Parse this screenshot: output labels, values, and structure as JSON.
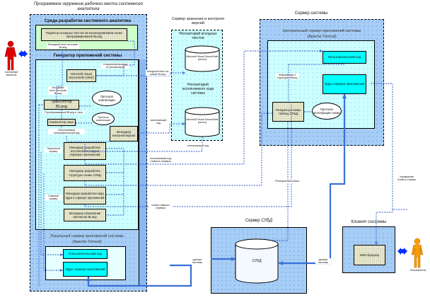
{
  "left_area": {
    "title": "Программное окружение рабочего места системного аналитика",
    "dev_env_title": "Среда разработки системного аналитика",
    "editor": "Редактор исходных текстов на высокоуровневом языке программирования BLang",
    "editor_out": "Исходный текст на языке BLang",
    "generator_title": "Генератор приложений системы",
    "vss_client": "Microsoft Visual SourceSafe (client)",
    "save_restore": "Сохранение/возврат из репозитария",
    "src_label": "Исходный текст на языке BLang",
    "translator": "Транслятор BLang",
    "compile_log1": "Протокол компиляции",
    "java_label": "Преобразованный BLang в Java",
    "java_compiler": "Компилятор Java",
    "compile_log2": "Протокол компиляции",
    "exec_label": "Исполняемый пользовательский код",
    "ext_version_mgr": "Менеджер внешней версии",
    "mgr1": "Менеджер разработки исполняемого кода в серверах приложений",
    "mgr2": "Менеджер разработки структуры схемы СУБД",
    "mgr3": "Менеджер разработки кода ядра в сервере приложений",
    "mgr4": "Менеджер обновления протокола BLang",
    "local_label": "Локальный сервер",
    "main_label": "Главный сервер",
    "local_server_title": "Локальный сервер приложений системы",
    "local_server_sub": "(Apache Tomcat)",
    "user_code": "Пользовательский код",
    "core": "Ядро сервера приложений"
  },
  "version_server": {
    "title": "Сервер хранения и контроля версий",
    "repo_src": "Репозитарий исходных текстов",
    "vss_server1": "Microsoft Visual SourceSafe (server)",
    "repo_exec": "Репозитарий исполняемого кода системы",
    "vss_server2": "Microsoft Visual SourceSafe (server)"
  },
  "system_server": {
    "title": "Сервер системы",
    "central_title": "Центральный сервер приложений системы",
    "central_sub": "(Apache Tomcat)",
    "user_code": "Пользовательский код",
    "core": "Ядро сервера приложений",
    "table_info": "информация о структуре таблиц",
    "schema_gen": "Генератор схемы таблиц СУБД",
    "schema_log": "Протокол регенерации схемы"
  },
  "db_server": {
    "title": "Сервер СУБД",
    "dbms": "СУБД"
  },
  "client": {
    "title": "Клиент системы",
    "browser": "Web-браузер"
  },
  "edge_labels": {
    "src_text": "исходный текст на языке BLang",
    "exec_code": "исполняемый код",
    "exec_code2": "исполняемый код",
    "main_exec": "исполняемый код главного сервера",
    "main_schema": "схема главного сервера",
    "relational_schema": "Реляционная схема",
    "client_server": "Управление Клиент-Сервер",
    "system_data1": "данные системы",
    "system_data2": "данные системы"
  },
  "actors": {
    "analyst": "Системный аналитик",
    "user": "Пользователь"
  },
  "colors": {
    "outer": "#a6cdf6",
    "inner": "#ccffff",
    "green": "#ccffcc",
    "cyan_box": "#00ffff",
    "line": "#3a6fd8",
    "analyst": "#e00000",
    "user": "#ff9900"
  }
}
